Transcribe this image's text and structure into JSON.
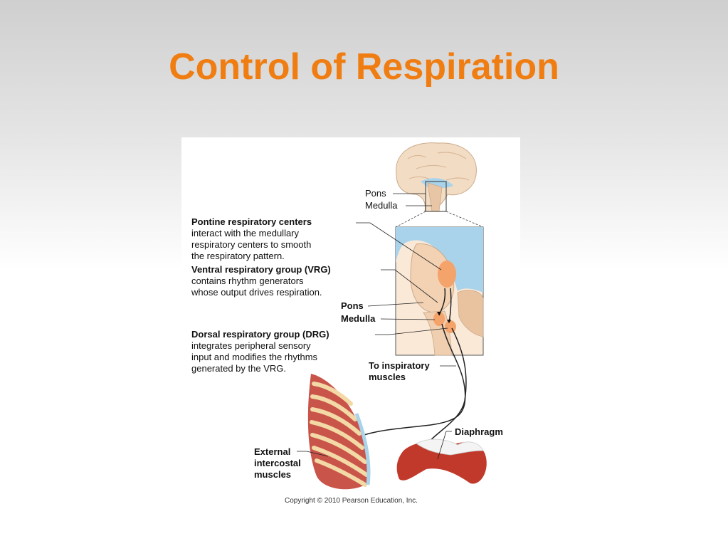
{
  "slide": {
    "title": "Control of Respiration"
  },
  "figure": {
    "labels": {
      "pons_top": "Pons",
      "medulla_top": "Medulla",
      "pontine_head": "Pontine respiratory centers",
      "pontine_desc": [
        "interact with the medullary",
        "respiratory centers to smooth",
        "the respiratory pattern."
      ],
      "vrg_head": "Ventral respiratory group (VRG)",
      "vrg_desc": [
        "contains rhythm generators",
        "whose output drives respiration."
      ],
      "pons_mid": "Pons",
      "medulla_mid": "Medulla",
      "drg_head": "Dorsal respiratory group (DRG)",
      "drg_desc": [
        "integrates peripheral sensory",
        "input and modifies the rhythms",
        "generated by the VRG."
      ],
      "to_inspiratory": [
        "To inspiratory",
        "muscles"
      ],
      "diaphragm": "Diaphragm",
      "external_intercostal": [
        "External",
        "intercostal",
        "muscles"
      ]
    },
    "copyright": "Copyright © 2010 Pearson Education, Inc."
  },
  "colors": {
    "title": "#f07d12",
    "brain_tissue": "#f3dcc4",
    "csf_blue": "#a9d3ea",
    "respiratory_center": "#f4a36b",
    "muscle_red": "#c0392b",
    "rib_cream": "#f2d9a6"
  }
}
